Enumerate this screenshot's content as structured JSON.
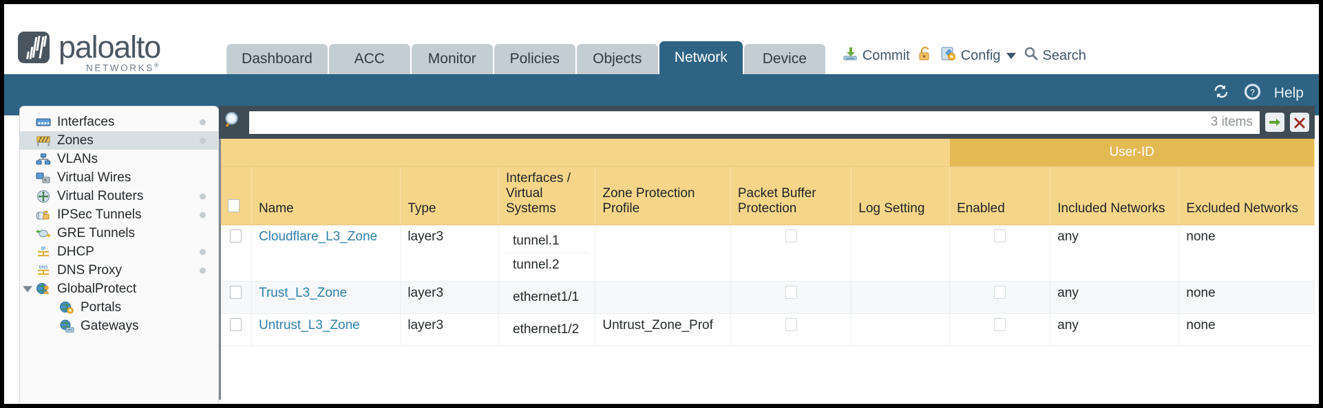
{
  "brand": {
    "name": "paloalto",
    "tagline": "NETWORKS",
    "trademark": "®"
  },
  "nav": {
    "tabs": [
      {
        "label": "Dashboard",
        "active": false
      },
      {
        "label": "ACC",
        "active": false
      },
      {
        "label": "Monitor",
        "active": false
      },
      {
        "label": "Policies",
        "active": false
      },
      {
        "label": "Objects",
        "active": false
      },
      {
        "label": "Network",
        "active": true
      },
      {
        "label": "Device",
        "active": false
      }
    ],
    "actions": {
      "commit": "Commit",
      "config": "Config",
      "search": "Search",
      "lock_icon": "padlock-icon",
      "commit_icon": "commit-save-icon",
      "config_icon": "config-wrench-icon",
      "search_icon": "magnifier-icon"
    }
  },
  "subbar": {
    "refresh_icon": "refresh-icon",
    "help_icon": "help-question-icon",
    "help_label": "Help"
  },
  "sidebar": {
    "items": [
      {
        "label": "Interfaces",
        "icon": "interfaces-icon",
        "selected": false,
        "dot": true,
        "child": false,
        "twisty": false
      },
      {
        "label": "Zones",
        "icon": "zones-icon",
        "selected": true,
        "dot": true,
        "child": false,
        "twisty": false
      },
      {
        "label": "VLANs",
        "icon": "vlans-icon",
        "selected": false,
        "dot": false,
        "child": false,
        "twisty": false
      },
      {
        "label": "Virtual Wires",
        "icon": "virtual-wires-icon",
        "selected": false,
        "dot": false,
        "child": false,
        "twisty": false
      },
      {
        "label": "Virtual Routers",
        "icon": "virtual-routers-icon",
        "selected": false,
        "dot": true,
        "child": false,
        "twisty": false
      },
      {
        "label": "IPSec Tunnels",
        "icon": "ipsec-tunnels-icon",
        "selected": false,
        "dot": true,
        "child": false,
        "twisty": false
      },
      {
        "label": "GRE Tunnels",
        "icon": "gre-tunnels-icon",
        "selected": false,
        "dot": false,
        "child": false,
        "twisty": false
      },
      {
        "label": "DHCP",
        "icon": "dhcp-icon",
        "selected": false,
        "dot": true,
        "child": false,
        "twisty": false
      },
      {
        "label": "DNS Proxy",
        "icon": "dns-proxy-icon",
        "selected": false,
        "dot": true,
        "child": false,
        "twisty": false
      },
      {
        "label": "GlobalProtect",
        "icon": "globalprotect-icon",
        "selected": false,
        "dot": false,
        "child": false,
        "twisty": true
      },
      {
        "label": "Portals",
        "icon": "portals-icon",
        "selected": false,
        "dot": false,
        "child": true,
        "twisty": false
      },
      {
        "label": "Gateways",
        "icon": "gateways-icon",
        "selected": false,
        "dot": false,
        "child": true,
        "twisty": false
      }
    ]
  },
  "search": {
    "value": "",
    "placeholder": "",
    "item_count": "3 items",
    "magnifier_icon": "search-magnifier-icon",
    "apply_icon": "apply-arrow-icon",
    "clear_icon": "clear-x-icon"
  },
  "table": {
    "group_header": {
      "label": "User-ID",
      "span": 3
    },
    "columns": [
      "Name",
      "Type",
      "Interfaces / Virtual Systems",
      "Zone Protection Profile",
      "Packet Buffer Protection",
      "Log Setting",
      "Enabled",
      "Included Networks",
      "Excluded Networks"
    ],
    "rows": [
      {
        "selected": false,
        "name": "Cloudflare_L3_Zone",
        "type": "layer3",
        "interfaces": [
          "tunnel.1",
          "tunnel.2"
        ],
        "zone_protection_profile": "",
        "packet_buffer_protection": false,
        "log_setting": "",
        "user_id_enabled": false,
        "included_networks": "any",
        "excluded_networks": "none"
      },
      {
        "selected": false,
        "name": "Trust_L3_Zone",
        "type": "layer3",
        "interfaces": [
          "ethernet1/1"
        ],
        "zone_protection_profile": "",
        "packet_buffer_protection": false,
        "log_setting": "",
        "user_id_enabled": false,
        "included_networks": "any",
        "excluded_networks": "none"
      },
      {
        "selected": false,
        "name": "Untrust_L3_Zone",
        "type": "layer3",
        "interfaces": [
          "ethernet1/2"
        ],
        "zone_protection_profile": "Untrust_Zone_Prof",
        "packet_buffer_protection": false,
        "log_setting": "",
        "user_id_enabled": false,
        "included_networks": "any",
        "excluded_networks": "none"
      }
    ]
  },
  "colors": {
    "brand_blue": "#2e6383",
    "tab_inactive": "#c3ced2",
    "table_header": "#f5d589",
    "group_header": "#e3b954",
    "search_strip": "#3f4c56",
    "link": "#2f7fa8",
    "sidebar_selected": "#d7dfe3"
  }
}
